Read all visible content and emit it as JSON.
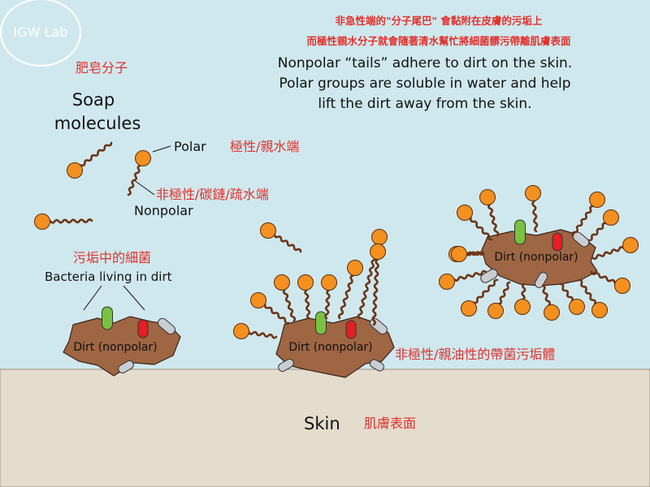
{
  "watermark": "IGW Lab",
  "title_zh_1": "非急性端的\"分子尾巴\" 會黏附在皮膚的污垢上",
  "title_zh_2": "而極性親水分子就會隨著清水幫忙將細菌髒污帶離肌膚表面",
  "title_en_1": "Nonpolar “tails” adhere to dirt on the skin.",
  "title_en_2": "Polar groups are soluble in water and help",
  "title_en_3": "lift the dirt away from the skin.",
  "soap_zh": "肥皂分子",
  "soap_en_1": "Soap",
  "soap_en_2": "molecules",
  "polar_en": "Polar",
  "polar_zh": "極性/親水端",
  "nonpolar_zh": "非極性/碳鏈/疏水端",
  "nonpolar_en": "Nonpolar",
  "bacteria_zh": "污垢中的細菌",
  "bacteria_en": "Bacteria living in dirt",
  "dirt_label": "Dirt (nonpolar)",
  "dirt_zh": "非極性/親油性的帶菌污垢體",
  "skin_en": "Skin",
  "skin_zh": "肌膚表面",
  "colors": {
    "water": "#cfe8ee",
    "skin": "#e4dccd",
    "dirt": "#9f6644",
    "head": "#f39020",
    "tail": "#6b3416",
    "bacteria_green": "#7ac242",
    "bacteria_red": "#e41f26",
    "bacteria_gray": "#c9cdd4",
    "chinese_text": "#e2312b"
  }
}
